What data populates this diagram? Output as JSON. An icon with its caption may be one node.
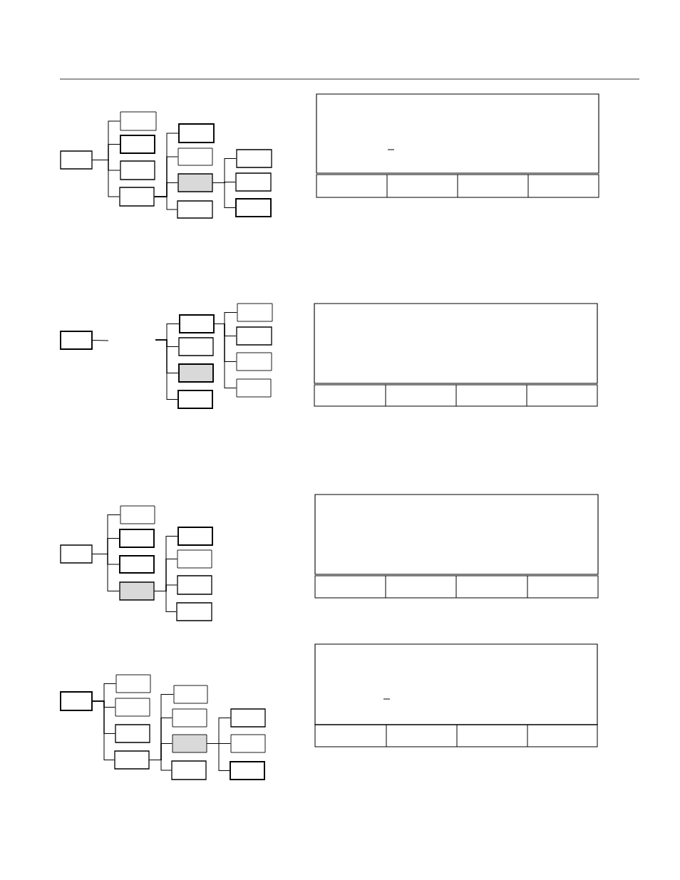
{
  "diagram": {
    "nodes": [
      {
        "text": [],
        "shape": "box"
      },
      {
        "text": [],
        "shape": "box"
      },
      {
        "text": [],
        "shape": "box"
      },
      {
        "text": [],
        "shape": "box"
      },
      {
        "text": [],
        "shape": "box"
      },
      {
        "text": [],
        "shape": "box"
      },
      {
        "text": [],
        "shape": "box"
      },
      {
        "text": [],
        "shape": "box"
      },
      {
        "text": [],
        "shape": "box"
      },
      {
        "text": [],
        "shape": "box"
      },
      {
        "text": [],
        "shape": "box"
      },
      {
        "text": [],
        "shape": "box"
      },
      {
        "text": [],
        "shape": "box"
      },
      {
        "text": [],
        "shape": "box"
      },
      {
        "text": [],
        "shape": "box"
      },
      {
        "text": [],
        "shape": "box"
      },
      {
        "text": [],
        "shape": "box"
      },
      {
        "text": [],
        "shape": "box"
      },
      {
        "text": [],
        "shape": "box"
      },
      {
        "text": [],
        "shape": "box"
      },
      {
        "text": [],
        "shape": "box"
      },
      {
        "text": [],
        "shape": "box"
      },
      {
        "text": [],
        "shape": "box"
      },
      {
        "text": [],
        "shape": "box"
      },
      {
        "text": [],
        "shape": "box"
      },
      {
        "text": [],
        "shape": "box"
      },
      {
        "text": [],
        "shape": "box"
      },
      {
        "text": [],
        "shape": "box"
      },
      {
        "text": [],
        "shape": "box"
      },
      {
        "text": [],
        "shape": "box"
      },
      {
        "text": [],
        "shape": "box"
      },
      {
        "text": [],
        "shape": "box"
      },
      {
        "text": [],
        "shape": "box"
      },
      {
        "text": [],
        "shape": "box"
      },
      {
        "text": [],
        "shape": "box"
      },
      {
        "text": [],
        "shape": "box"
      },
      {
        "text": [],
        "shape": "box"
      },
      {
        "text": [],
        "shape": "box"
      },
      {
        "text": [],
        "shape": "box"
      },
      {
        "text": [],
        "shape": "box"
      },
      {
        "text": [],
        "shape": "box"
      },
      {
        "text": [],
        "shape": "box"
      }
    ],
    "edges": [
      {
        "from": 0,
        "to": 1,
        "arrow": "none"
      },
      {
        "from": 0,
        "to": 2,
        "arrow": "none"
      },
      {
        "from": 0,
        "to": 3,
        "arrow": "none"
      },
      {
        "from": 0,
        "to": 4,
        "arrow": "none"
      },
      {
        "from": 4,
        "to": 5,
        "arrow": "none"
      },
      {
        "from": 4,
        "to": 6,
        "arrow": "none"
      },
      {
        "from": 4,
        "to": 7,
        "arrow": "none"
      },
      {
        "from": 4,
        "to": 8,
        "arrow": "none"
      },
      {
        "from": 7,
        "to": 9,
        "arrow": "none"
      },
      {
        "from": 7,
        "to": 10,
        "arrow": "none"
      },
      {
        "from": 7,
        "to": 11,
        "arrow": "none"
      },
      {
        "from": 12,
        "to": null,
        "arrow": "none"
      },
      {
        "from": null,
        "to": 13,
        "arrow": "none"
      },
      {
        "from": null,
        "to": 14,
        "arrow": "none"
      },
      {
        "from": null,
        "to": 15,
        "arrow": "none"
      },
      {
        "from": null,
        "to": 16,
        "arrow": "none"
      },
      {
        "from": 13,
        "to": 17,
        "arrow": "none"
      },
      {
        "from": 13,
        "to": 18,
        "arrow": "none"
      },
      {
        "from": 13,
        "to": 19,
        "arrow": "none"
      },
      {
        "from": 13,
        "to": 20,
        "arrow": "none"
      },
      {
        "from": 21,
        "to": 22,
        "arrow": "none"
      },
      {
        "from": 21,
        "to": 23,
        "arrow": "none"
      },
      {
        "from": 21,
        "to": 24,
        "arrow": "none"
      },
      {
        "from": 21,
        "to": 25,
        "arrow": "none"
      },
      {
        "from": 25,
        "to": 26,
        "arrow": "none"
      },
      {
        "from": 25,
        "to": 27,
        "arrow": "none"
      },
      {
        "from": 25,
        "to": 28,
        "arrow": "none"
      },
      {
        "from": 25,
        "to": 29,
        "arrow": "none"
      },
      {
        "from": 30,
        "to": 31,
        "arrow": "none"
      },
      {
        "from": 30,
        "to": 32,
        "arrow": "none"
      },
      {
        "from": 30,
        "to": 33,
        "arrow": "none"
      },
      {
        "from": 30,
        "to": 34,
        "arrow": "none"
      },
      {
        "from": 34,
        "to": 35,
        "arrow": "none"
      },
      {
        "from": 34,
        "to": 36,
        "arrow": "none"
      },
      {
        "from": 34,
        "to": 37,
        "arrow": "none"
      },
      {
        "from": 34,
        "to": 38,
        "arrow": "none"
      },
      {
        "from": 37,
        "to": 39,
        "arrow": "none"
      },
      {
        "from": 37,
        "to": 40,
        "arrow": "none"
      },
      {
        "from": 37,
        "to": 41,
        "arrow": "none"
      }
    ]
  }
}
